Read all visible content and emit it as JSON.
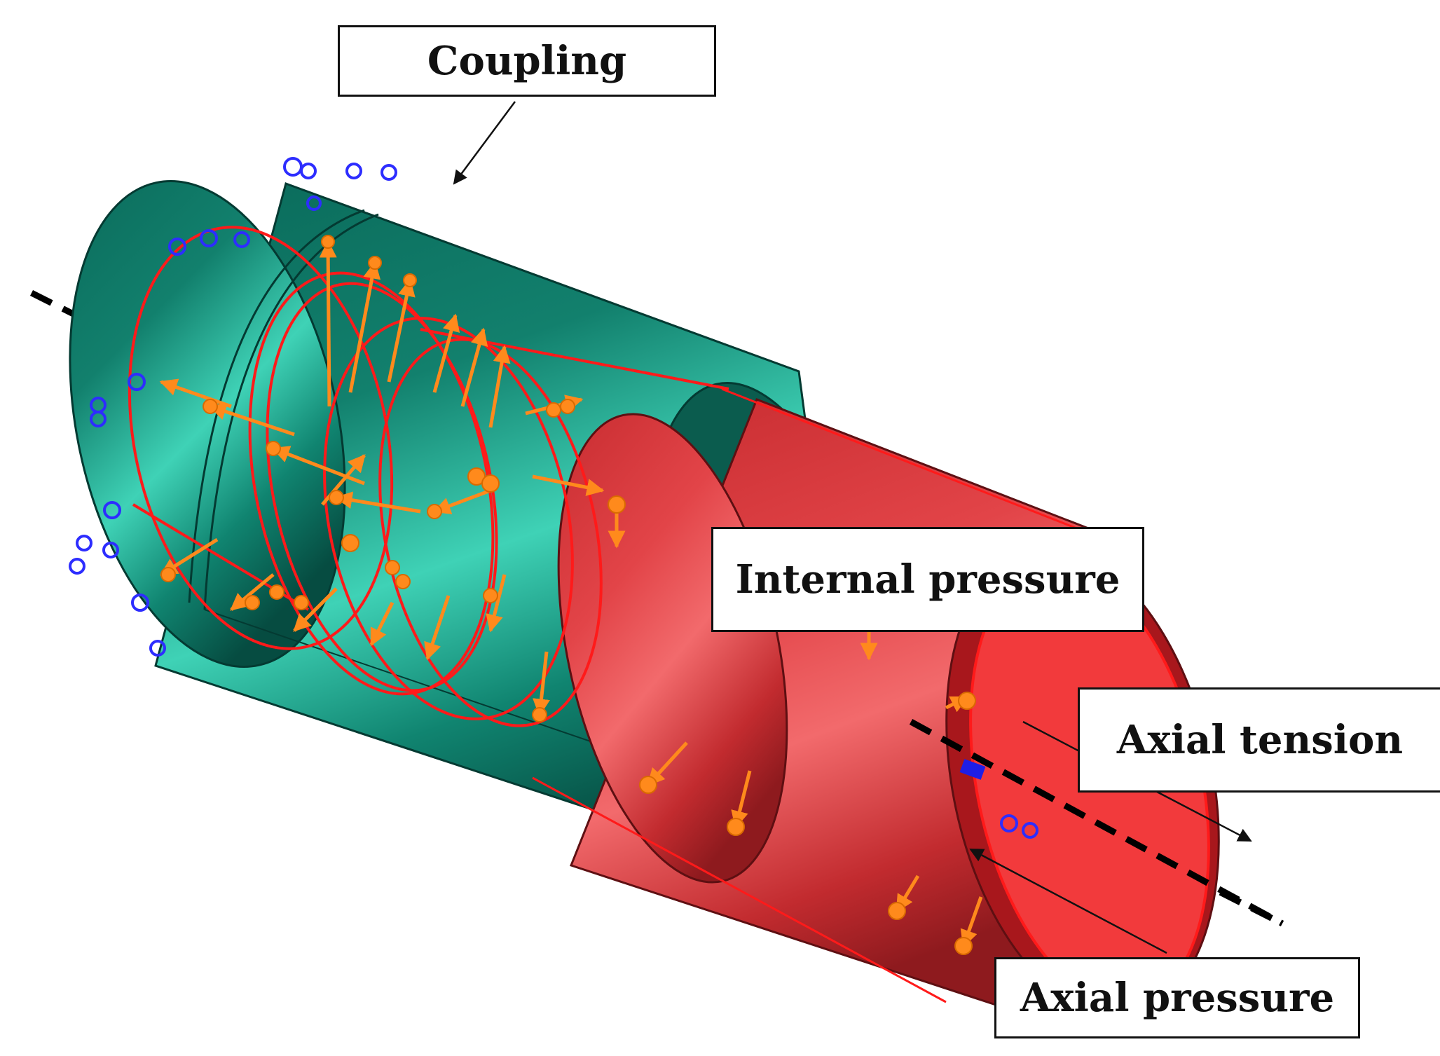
{
  "labels": {
    "coupling": "Coupling",
    "internal_pressure": "Internal pressure",
    "axial_tension": "Axial tension",
    "axial_pressure": "Axial pressure"
  },
  "colors": {
    "coupling_body": "#0d7a68",
    "coupling_highlight": "#3fd2b6",
    "coupling_shadow": "#064c41",
    "pipe_body": "#dc3a3e",
    "pipe_highlight": "#f26a6c",
    "pipe_shadow": "#8e1a1e",
    "load_wire": "#ff1a1a",
    "load_arrow": "#ff8a1c",
    "constraint": "#2d2dff",
    "axis": "#000000"
  }
}
